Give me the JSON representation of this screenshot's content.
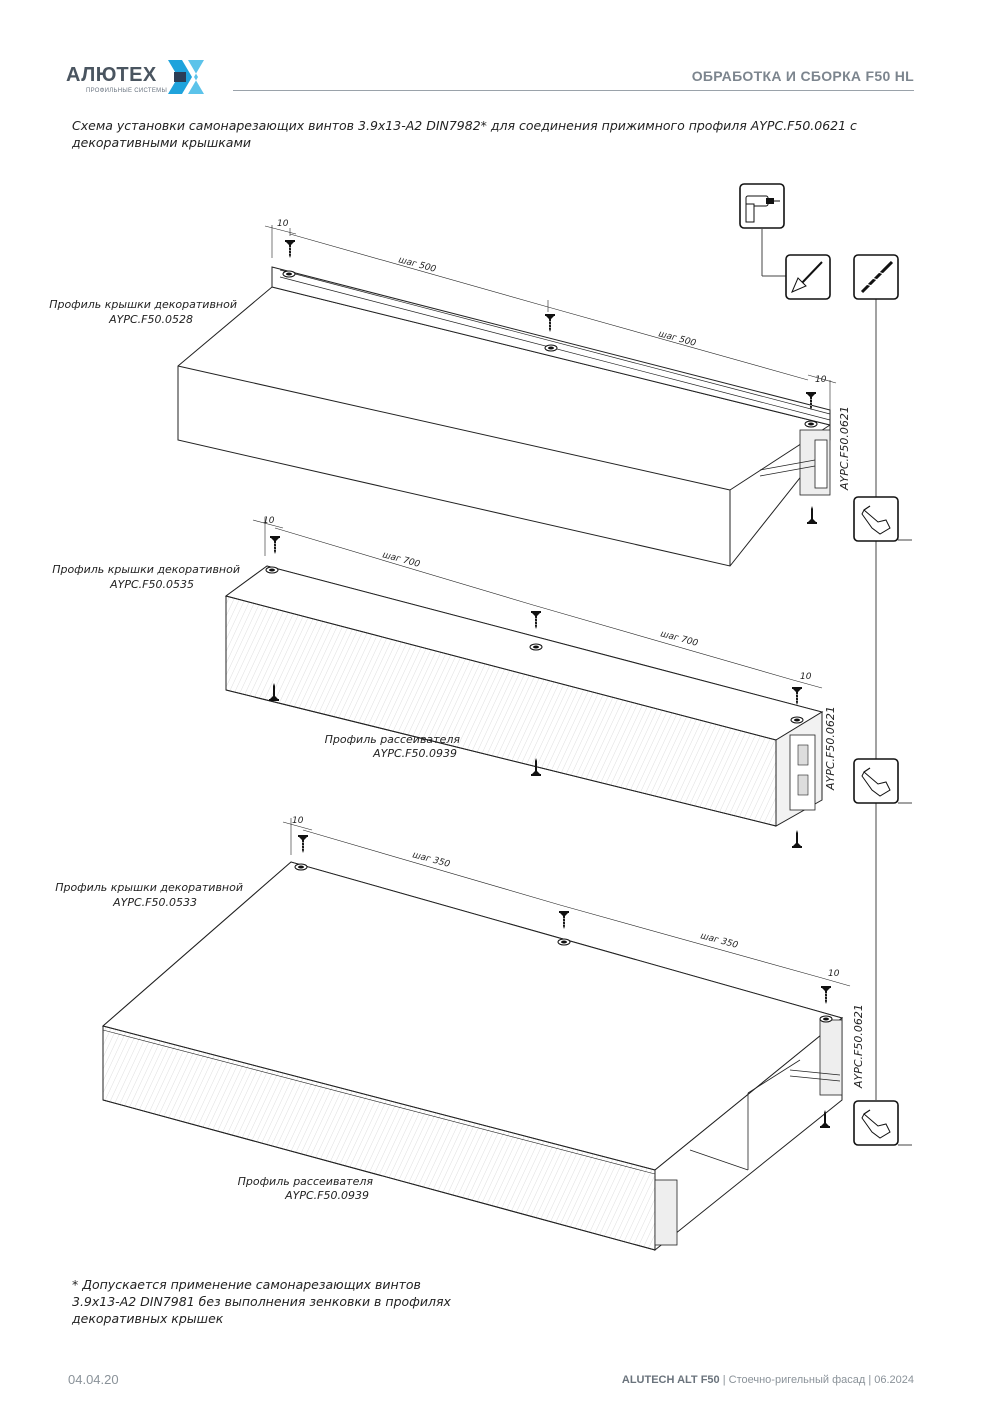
{
  "header": {
    "logo_text": "АЛЮТЕХ",
    "logo_subtext": "ПРОФИЛЬНЫЕ СИСТЕМЫ",
    "title": "ОБРАБОТКА И СБОРКА F50 HL"
  },
  "intro_text": "Схема установки самонарезающих винтов 3.9x13-A2 DIN7982* для соединения прижимного профиля AYPC.F50.0621 с декоративными крышками",
  "diagram": {
    "block1": {
      "cover_label_line1": "Профиль крышки декоративной",
      "cover_label_line2": "AYPC.F50.0528",
      "edge_left": "10",
      "edge_right": "10",
      "step_1": "шаг 500",
      "step_2": "шаг 500",
      "pressure_profile": "AYPC.F50.0621"
    },
    "block2": {
      "cover_label_line1": "Профиль крышки декоративной",
      "cover_label_line2": "AYPC.F50.0535",
      "diffuser_label_line1": "Профиль рассеивателя",
      "diffuser_label_line2": "AYPC.F50.0939",
      "edge_left": "10",
      "edge_right": "10",
      "step_1": "шаг 700",
      "step_2": "шаг 700",
      "pressure_profile": "AYPC.F50.0621"
    },
    "block3": {
      "cover_label_line1": "Профиль крышки декоративной",
      "cover_label_line2": "AYPC.F50.0533",
      "diffuser_label_line1": "Профиль рассеивателя",
      "diffuser_label_line2": "AYPC.F50.0939",
      "edge_left": "10",
      "edge_right": "10",
      "step_1": "шаг 350",
      "step_2": "шаг 350",
      "pressure_profile": "AYPC.F50.0621"
    },
    "tool_icons": [
      "drill-icon",
      "countersink-bit-icon",
      "drill-bit-icon",
      "hand-screw-icon"
    ]
  },
  "footnote": {
    "line1": "* Допускается применение самонарезающих винтов",
    "line2": "3.9x13-A2 DIN7981 без выполнения зенковки в профилях",
    "line3": "декоративных крышек"
  },
  "footer": {
    "date": "04.04.20",
    "brand": "ALUTECH ALT F50",
    "subtitle": "| Стоечно-ригельный фасад | 06.2024"
  },
  "colors": {
    "logo_blue": "#1fa3dc",
    "logo_dark": "#4a5560",
    "header_gray": "#7c858e"
  }
}
